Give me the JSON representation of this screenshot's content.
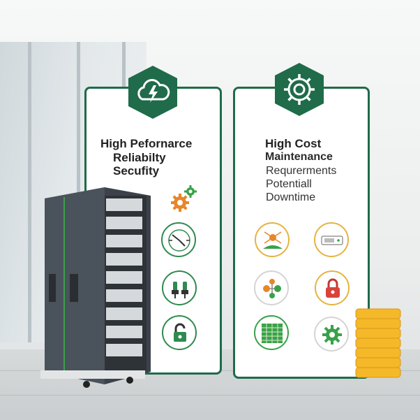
{
  "left_panel": {
    "lines": [
      "High  Pefornarce",
      "Reliabilty",
      "Secufity"
    ]
  },
  "right_panel": {
    "lines": [
      "High Cost",
      "Maintenance",
      "Requrerments",
      "Potentiall",
      "Downtime"
    ]
  },
  "icons": {
    "left_hex": "cloud-lightning-icon",
    "right_hex": "gear-icon",
    "left_small": [
      "gears-icon",
      "clock-icon",
      "connector-icon",
      "padlock-icon"
    ],
    "right_small": [
      "network-icon",
      "server-unit-icon",
      "nodes-icon",
      "padlock-icon",
      "circuit-board-icon",
      "gear-icon"
    ]
  },
  "colors": {
    "brand_green": "#1f6b4a",
    "accent_green": "#2f8a4f",
    "orange": "#e8862a",
    "red": "#d9433b",
    "gold": "#f4b829"
  }
}
